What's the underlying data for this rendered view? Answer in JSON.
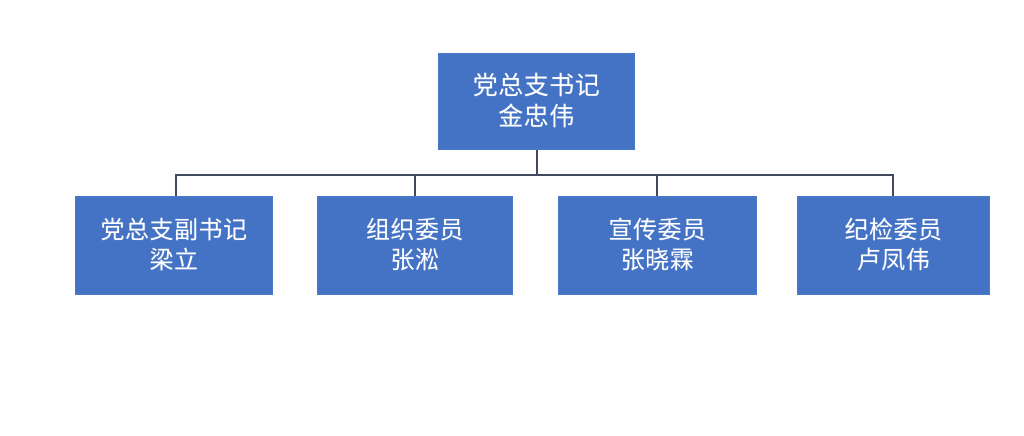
{
  "chart": {
    "type": "org-chart",
    "background_color": "#fefefe",
    "node_fill_color": "#4472C4",
    "node_text_color": "#FFFFFF",
    "connector_color": "#404A5C",
    "root": {
      "title": "党总支书记",
      "name": "金忠伟"
    },
    "children": [
      {
        "title": "党总支副书记",
        "name": "梁立"
      },
      {
        "title": "组织委员",
        "name": "张淞"
      },
      {
        "title": "宣传委员",
        "name": "张晓霖"
      },
      {
        "title": "纪检委员",
        "name": "卢凤伟"
      }
    ]
  }
}
